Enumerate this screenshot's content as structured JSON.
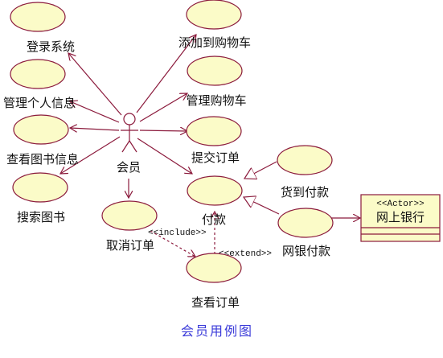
{
  "actor": {
    "label": "会员"
  },
  "use_cases": {
    "login": "登录系统",
    "manage_info": "管理个人信息",
    "view_books": "查看图书信息",
    "search_books": "搜索图书",
    "add_cart": "添加到购物车",
    "manage_cart": "管理购物车",
    "submit_order": "提交订单",
    "pay": "付款",
    "cancel_order": "取消订单",
    "view_order": "查看订单",
    "cod": "货到付款",
    "bank_pay": "网银付款"
  },
  "relations": {
    "include": "<<include>>",
    "extend": "<<extend>>"
  },
  "external_actor": {
    "stereotype": "<<Actor>>",
    "name": "网上银行"
  },
  "caption": "会员用例图",
  "colors": {
    "line": "#8b1a3c",
    "usecase_fill": "#fbfbc8",
    "caption": "#3b3bd9"
  }
}
